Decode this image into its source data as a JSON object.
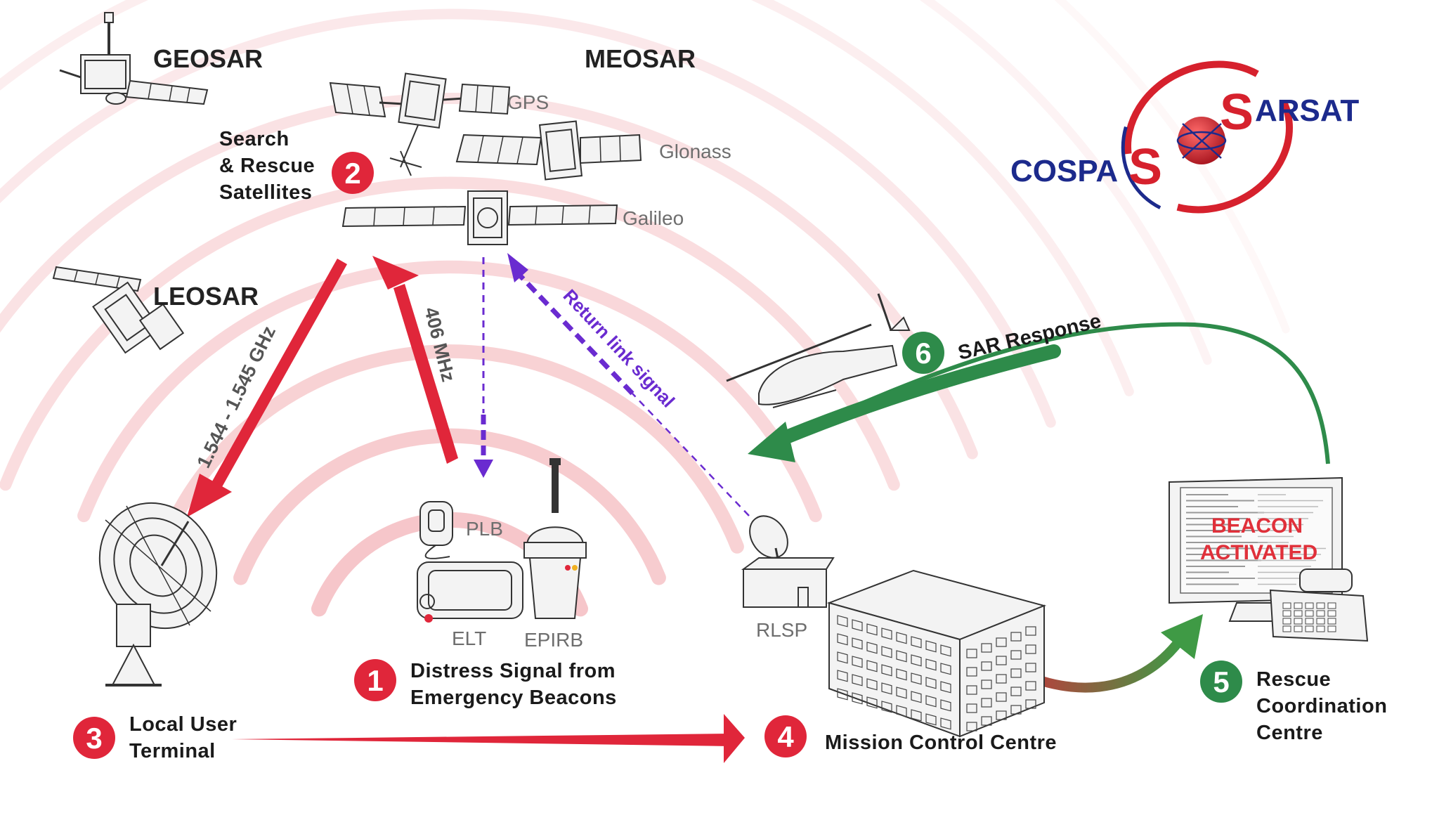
{
  "satellites": {
    "geosar": "GEOSAR",
    "meosar": "MEOSAR",
    "leosar": "LEOSAR",
    "gps": "GPS",
    "glonass": "Glonass",
    "galileo": "Galileo"
  },
  "steps": [
    {
      "number": "1",
      "line1": "Distress Signal from",
      "line2": "Emergency Beacons",
      "color": "#e0263a"
    },
    {
      "number": "2",
      "line1": "Search",
      "line2": "& Rescue",
      "line3": "Satellites",
      "color": "#e0263a"
    },
    {
      "number": "3",
      "line1": "Local User",
      "line2": "Terminal",
      "color": "#e0263a"
    },
    {
      "number": "4",
      "line1": "Mission Control Centre",
      "color": "#e0263a"
    },
    {
      "number": "5",
      "line1": "Rescue",
      "line2": "Coordination",
      "line3": "Centre",
      "color": "#2e8b4a"
    },
    {
      "number": "6",
      "line1": "SAR Response",
      "color": "#2e8b4a"
    }
  ],
  "beacons": {
    "plb": "PLB",
    "elt": "ELT",
    "epirb": "EPIRB"
  },
  "rlsp": "RLSP",
  "frequencies": {
    "uplink": "406 MHz",
    "downlink": "1.544 - 1.545 GHz"
  },
  "return_link": "Return link signal",
  "monitor": {
    "line1": "BEACON",
    "line2": "ACTIVATED"
  },
  "logo": {
    "left_word": "COSPA",
    "left_big": "S",
    "right_big": "S",
    "right_word": "ARSAT"
  },
  "colors": {
    "red": "#e0263a",
    "green": "#2e8b4a",
    "purple": "#6a2bd0"
  }
}
